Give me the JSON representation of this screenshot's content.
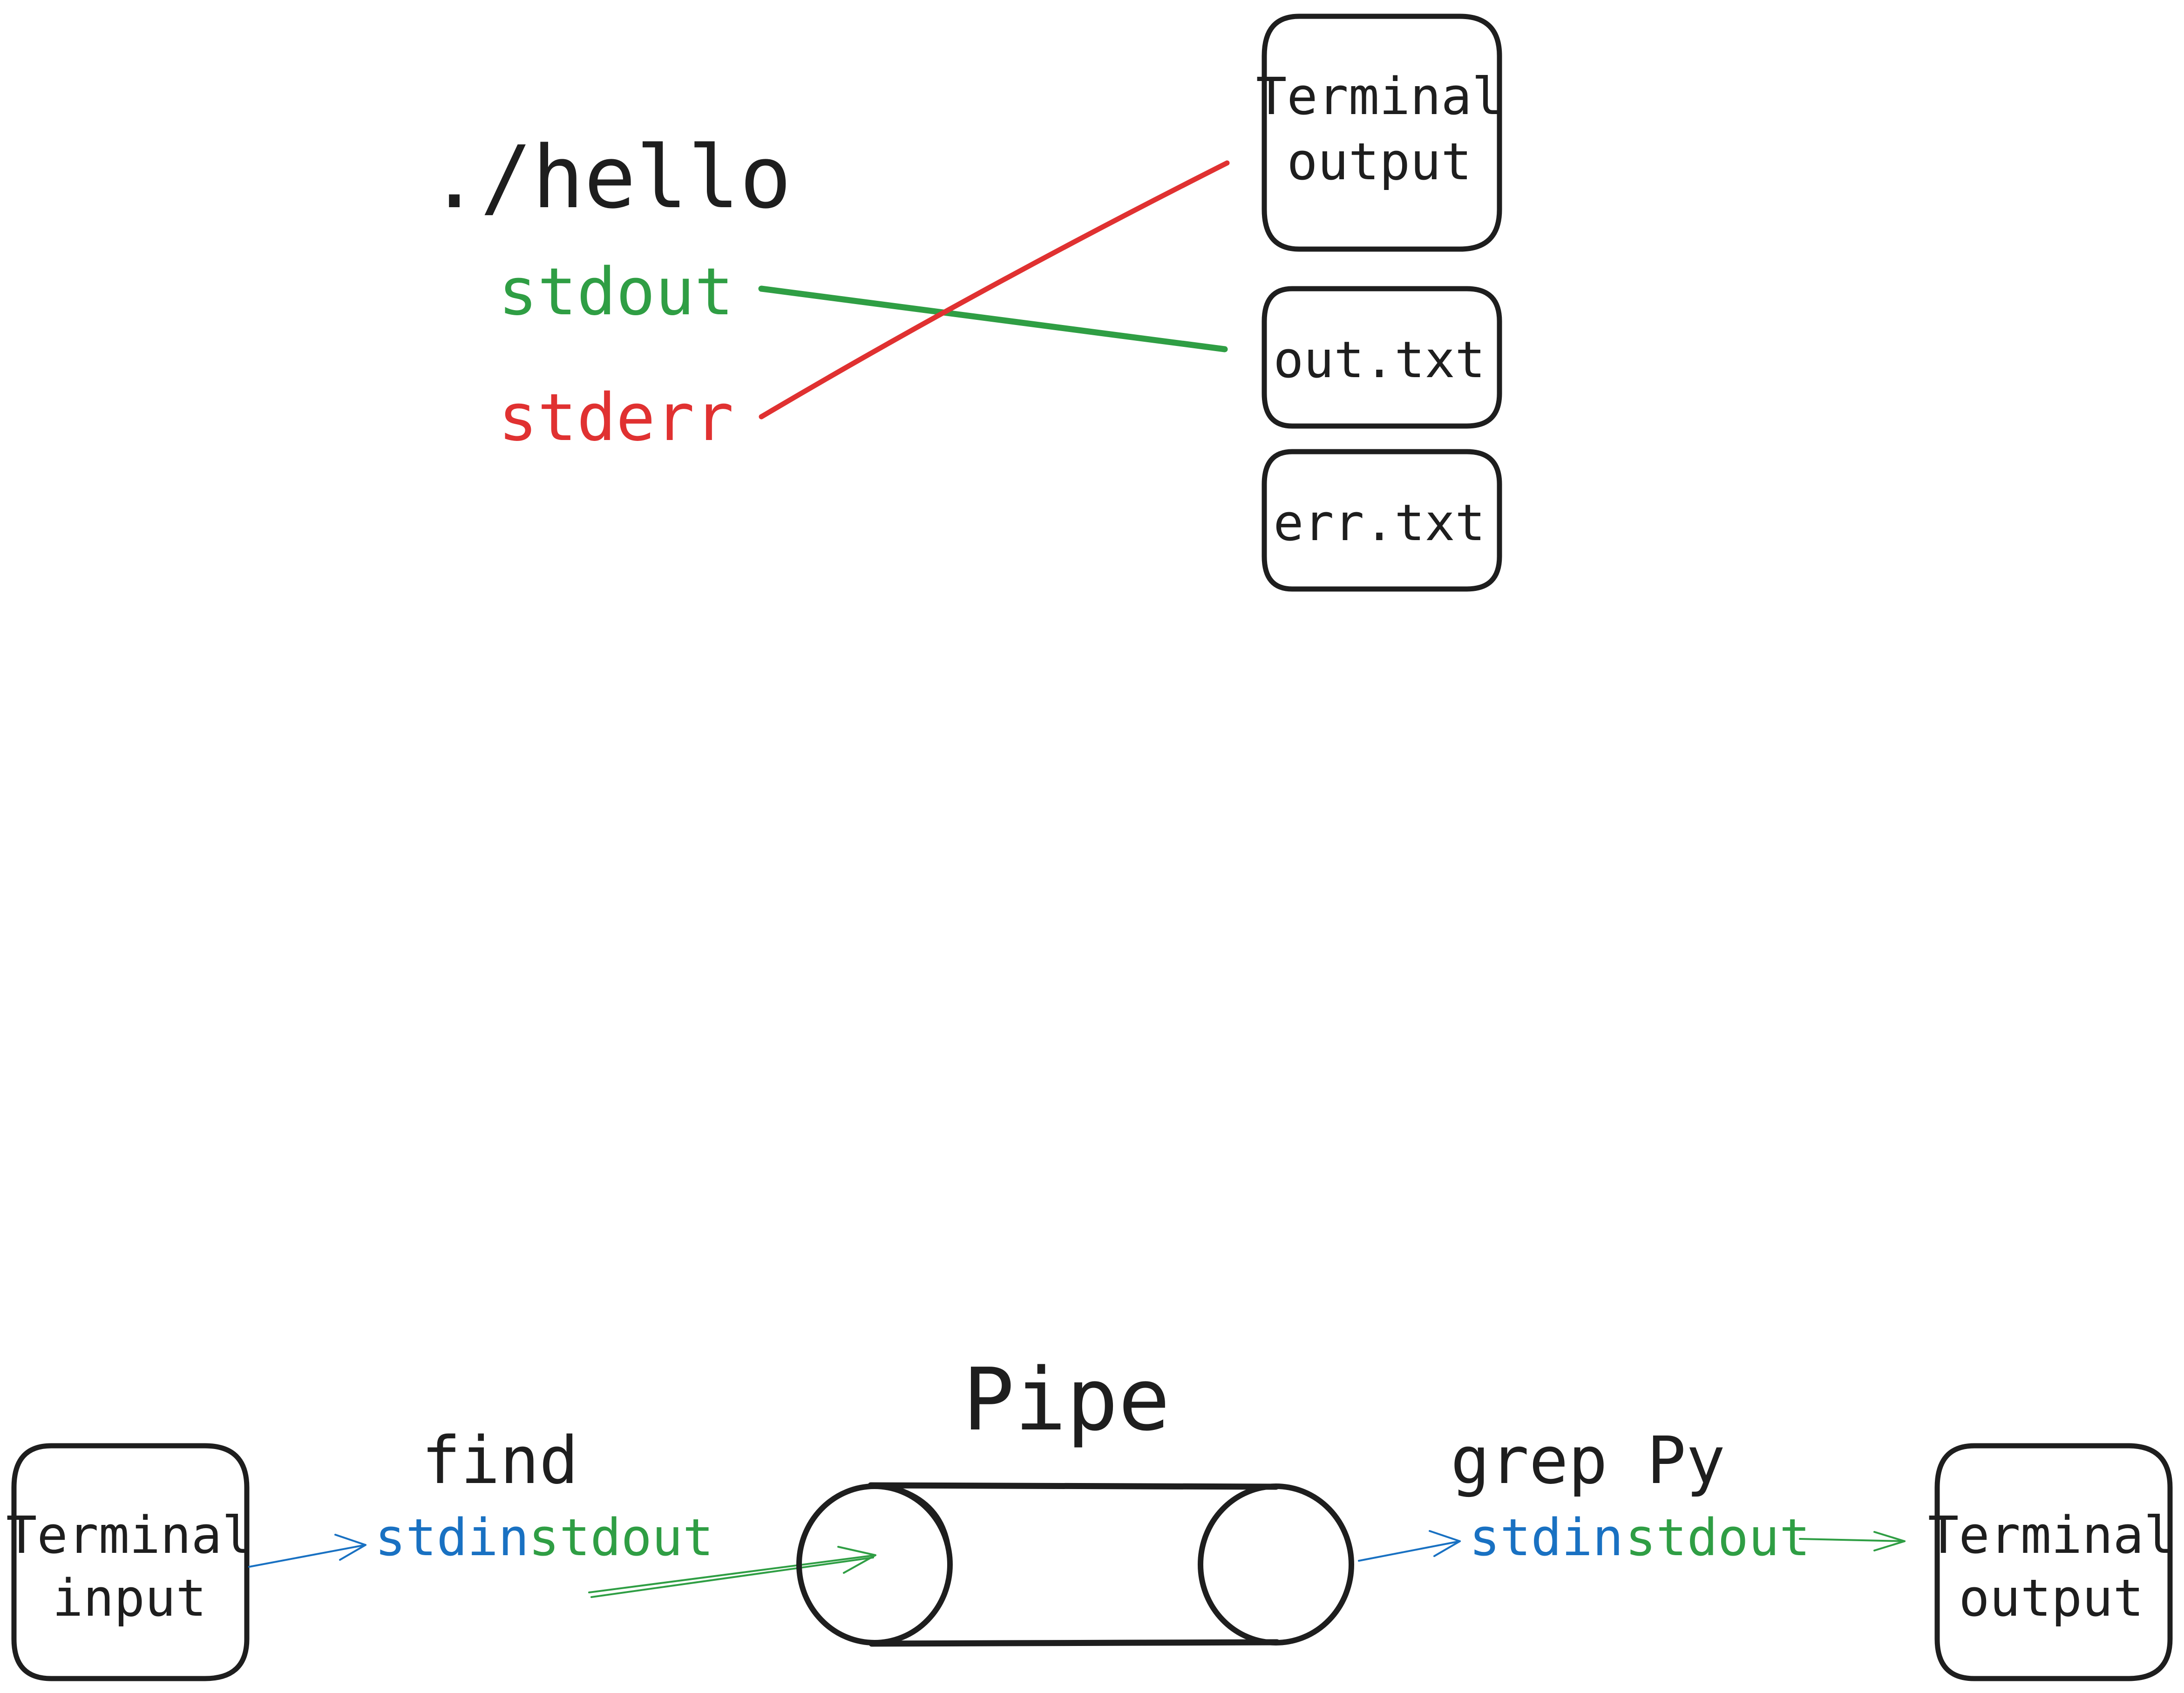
{
  "colors": {
    "ink": "#1e1e1e",
    "stdout": "#2f9e44",
    "stderr": "#e03131",
    "stdin": "#1971c2",
    "background": "#ffffff"
  },
  "redirect": {
    "command": "./hello",
    "stdout_label": "stdout",
    "stderr_label": "stderr",
    "terminal_output": [
      "Terminal",
      "output"
    ],
    "out_file": "out.txt",
    "err_file": "err.txt"
  },
  "pipe": {
    "title": "Pipe",
    "terminal_input": [
      "Terminal",
      "input"
    ],
    "left_command": "find",
    "left_stdin": "stdin",
    "left_stdout": "stdout",
    "right_command": "grep Py",
    "right_stdin": "stdin",
    "right_stdout": "stdout",
    "terminal_output": [
      "Terminal",
      "output"
    ]
  }
}
